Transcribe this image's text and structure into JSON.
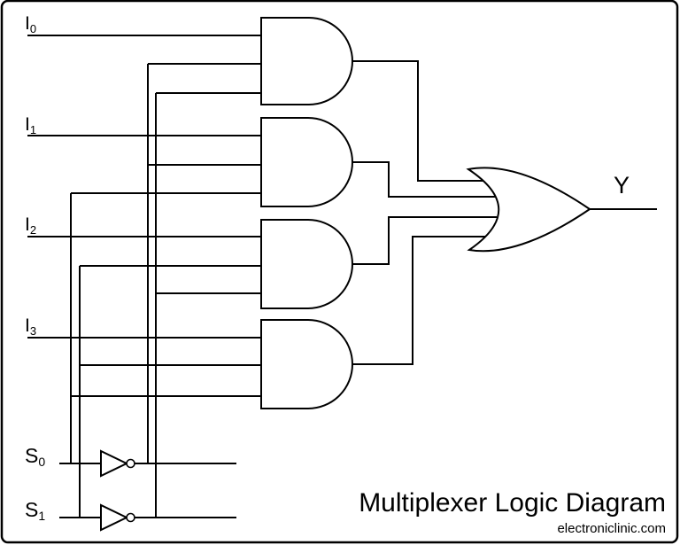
{
  "diagram": {
    "title": "Multiplexer Logic Diagram",
    "watermark": "electroniclinic.com",
    "background_color": "#ffffff",
    "line_color": "#000000",
    "labels": {
      "inputs": [
        {
          "main": "I",
          "sub": "0"
        },
        {
          "main": "I",
          "sub": "1"
        },
        {
          "main": "I",
          "sub": "2"
        },
        {
          "main": "I",
          "sub": "3"
        }
      ],
      "selects": [
        {
          "main": "S",
          "sub": "0"
        },
        {
          "main": "S",
          "sub": "1"
        }
      ],
      "output": "Y"
    },
    "gates": {
      "and_gates": [
        "and-gate-i0",
        "and-gate-i1",
        "and-gate-i2",
        "and-gate-i3"
      ],
      "or_gate": "or-gate-output",
      "not_gates": [
        "not-gate-s0",
        "not-gate-s1"
      ]
    }
  }
}
